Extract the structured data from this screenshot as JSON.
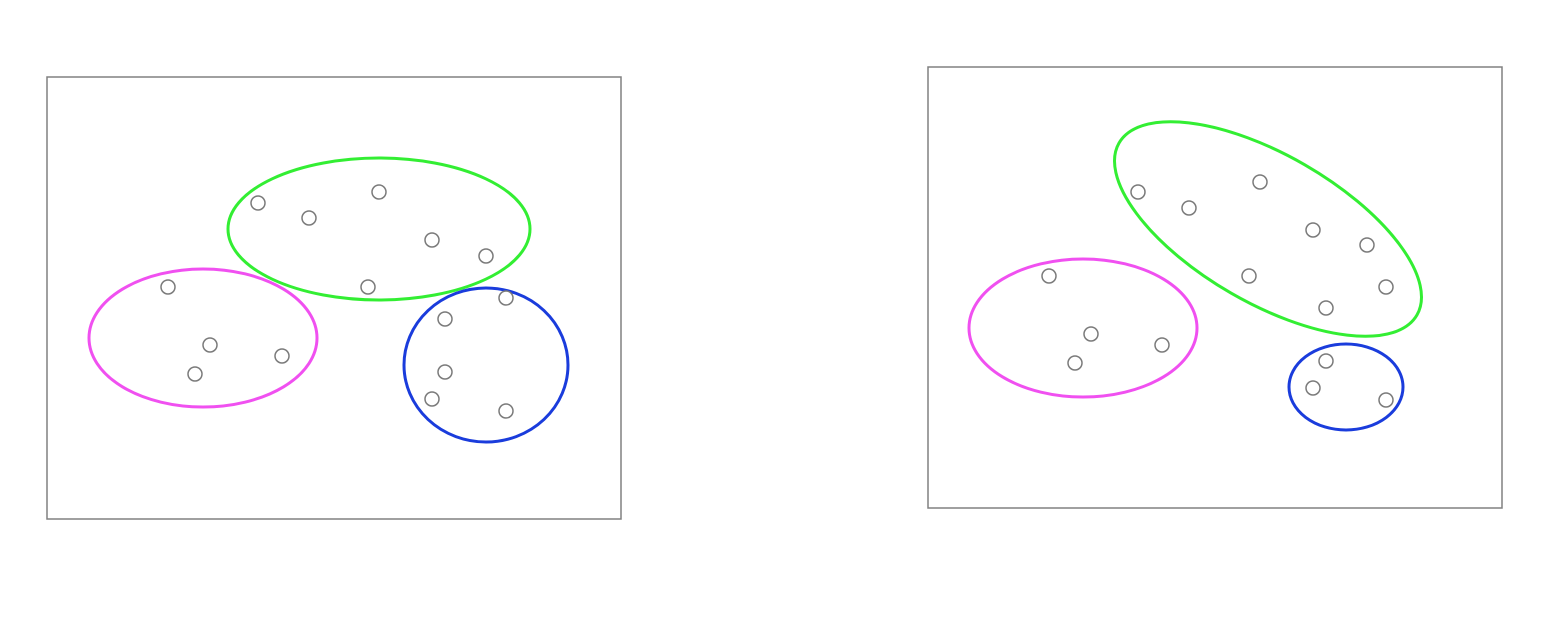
{
  "colors": {
    "cluster_magenta": "#f050f0",
    "cluster_green": "#33ee33",
    "cluster_blue": "#1a3cdc",
    "frame": "#808080",
    "point_stroke": "#7a7a7a"
  },
  "panels": [
    {
      "name": "left",
      "clusters": [
        {
          "name": "green",
          "color": "#33ee33",
          "shape": "ellipse"
        },
        {
          "name": "magenta",
          "color": "#f050f0",
          "shape": "ellipse"
        },
        {
          "name": "blue",
          "color": "#1a3cdc",
          "shape": "circle"
        }
      ],
      "points_per_cluster": {
        "green": 6,
        "magenta": 4,
        "blue": 5
      }
    },
    {
      "name": "right",
      "clusters": [
        {
          "name": "green",
          "color": "#33ee33",
          "shape": "tilted-ellipse"
        },
        {
          "name": "magenta",
          "color": "#f050f0",
          "shape": "ellipse"
        },
        {
          "name": "blue",
          "color": "#1a3cdc",
          "shape": "ellipse"
        }
      ],
      "points_per_cluster": {
        "green": 8,
        "magenta": 4,
        "blue": 3
      }
    }
  ]
}
